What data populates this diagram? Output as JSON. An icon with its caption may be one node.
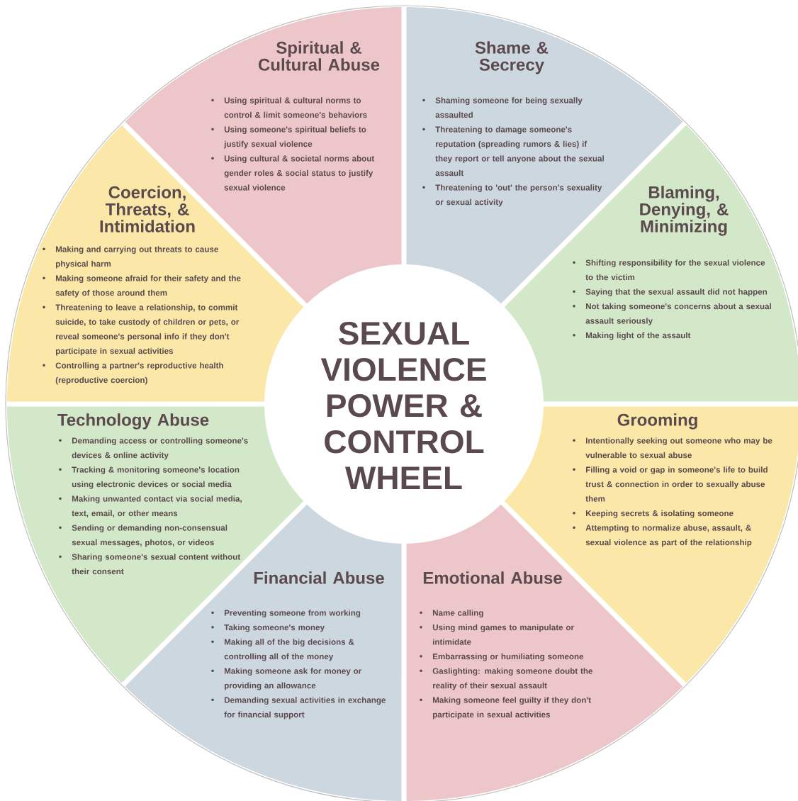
{
  "diagram": {
    "nodes": [
      {
        "text": [
          "SEXUAL VIOLENCE POWER & CONTROL WHEEL"
        ]
      },
      {
        "text": [
          "Spiritual & Cultural Abuse",
          "Using spiritual & cultural norms to control & limit someone's behaviors",
          "Using someone's spiritual beliefs to justify sexual violence",
          "Using cultural & societal norms about gender roles & social status to justify sexual violence"
        ]
      },
      {
        "text": [
          "Shame & Secrecy",
          "Shaming someone for being sexually assaulted",
          "Threatening to damage someone's reputation (spreading rumors & lies) if they report or tell anyone about the sexual assault",
          "Threatening to 'out' the person's sexuality or sexual activity"
        ]
      },
      {
        "text": [
          "Blaming, Denying, & Minimizing",
          "Shifting responsibility for the sexual violence to the victim",
          "Saying that the sexual assault did not happen",
          "Not taking someone's concerns about a sexual assault seriously",
          "Making light of the assault"
        ]
      },
      {
        "text": [
          "Grooming",
          "Intentionally seeking out someone who may be vulnerable to sexual abuse",
          "Filling a void or gap in someone's life to build trust & connection in order to sexually abuse them",
          "Keeping secrets & isolating someone",
          "Attempting to normalize abuse, assault, & sexual violence as part of the relationship"
        ]
      },
      {
        "text": [
          "Emotional Abuse",
          "Name calling",
          "Using mind games to manipulate or intimidate",
          "Embarrassing or humiliating someone",
          "Gaslighting: making someone doubt the reality of their sexual assault",
          "Making someone feel guilty if they don't participate in sexual activities"
        ]
      },
      {
        "text": [
          "Financial Abuse",
          "Preventing someone from working",
          "Taking someone's money",
          "Making all of the big decisions & controlling all of the money",
          "Making someone ask for money or providing an allowance",
          "Demanding sexual activities in exchange for financial support"
        ]
      },
      {
        "text": [
          "Technology Abuse",
          "Demanding access or controlling someone's devices & online activity",
          "Tracking & monitoring someone's location using electronic devices or social media",
          "Making unwanted contact via social media, text, email, or other means",
          "Sending or demanding non-consensual sexual messages, photos, or videos",
          "Sharing someone's sexual content without their consent"
        ]
      },
      {
        "text": [
          "Coercion, Threats, & Intimidation",
          "Making and carrying out threats to cause physical harm",
          "Making someone afraid for their safety and the safety of those around them",
          "Threatening to leave a relationship, to commit suicide, to take custody of children or pets, or reveal someone's personal info if they don't participate in sexual activities",
          "Controlling a partner's reproductive health (reproductive coercion)"
        ]
      }
    ]
  }
}
